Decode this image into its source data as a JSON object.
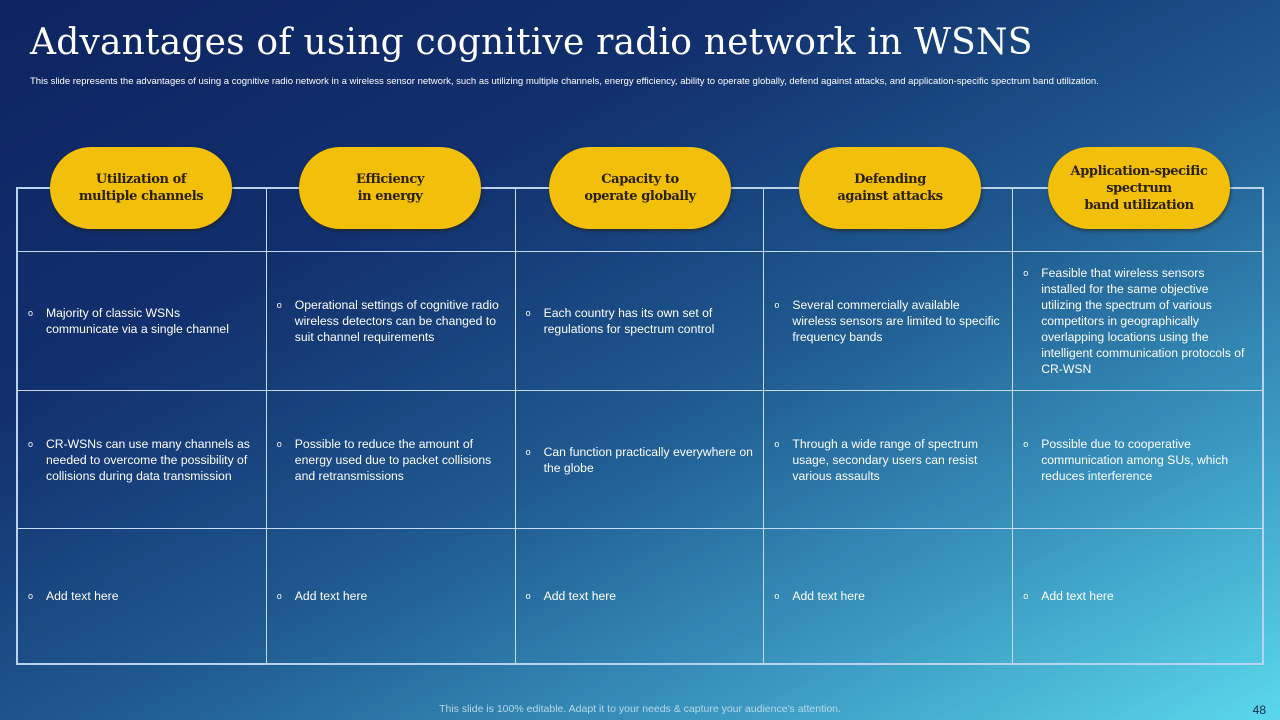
{
  "title": "Advantages of using cognitive radio network in WSNS",
  "subtitle": "This slide represents the advantages of using a cognitive radio network in a wireless sensor network, such as utilizing multiple channels, energy efficiency, ability to operate globally, defend against attacks, and application-specific spectrum band utilization.",
  "columns": [
    {
      "header": "Utilization of\nmultiple channels",
      "rows": [
        "Majority of classic WSNs communicate via a single channel",
        "CR-WSNs can use many channels as needed to overcome the possibility of collisions during data transmission",
        "Add text here"
      ]
    },
    {
      "header": "Efficiency\nin energy",
      "rows": [
        "Operational settings of cognitive radio wireless detectors can be changed to suit channel requirements",
        "Possible to reduce the amount of energy used due to packet collisions and retransmissions",
        "Add text here"
      ]
    },
    {
      "header": "Capacity to\noperate globally",
      "rows": [
        "Each country has its own set of regulations for spectrum control",
        "Can function practically everywhere on the globe",
        "Add text here"
      ]
    },
    {
      "header": "Defending\nagainst attacks",
      "rows": [
        "Several commercially available wireless sensors are limited to specific frequency bands",
        "Through a wide range of spectrum usage, secondary users can resist various assaults",
        "Add text here"
      ]
    },
    {
      "header": "Application-specific\nspectrum\nband utilization",
      "rows": [
        "Feasible that wireless sensors installed for the same objective utilizing the spectrum of various competitors in geographically overlapping locations using the intelligent communication protocols of CR-WSN",
        "Possible due to cooperative communication among SUs, which reduces interference",
        "Add text here"
      ]
    }
  ],
  "bullet_icon": "hollow-circle-bullet",
  "bullet_glyph": "o",
  "footer": "This slide is 100% editable. Adapt it to your needs & capture your audience's attention.",
  "page_number": "48",
  "colors": {
    "pill": "#f2bf0a",
    "pill_text": "#2b2008",
    "grid_line": "#c7dcf2"
  }
}
